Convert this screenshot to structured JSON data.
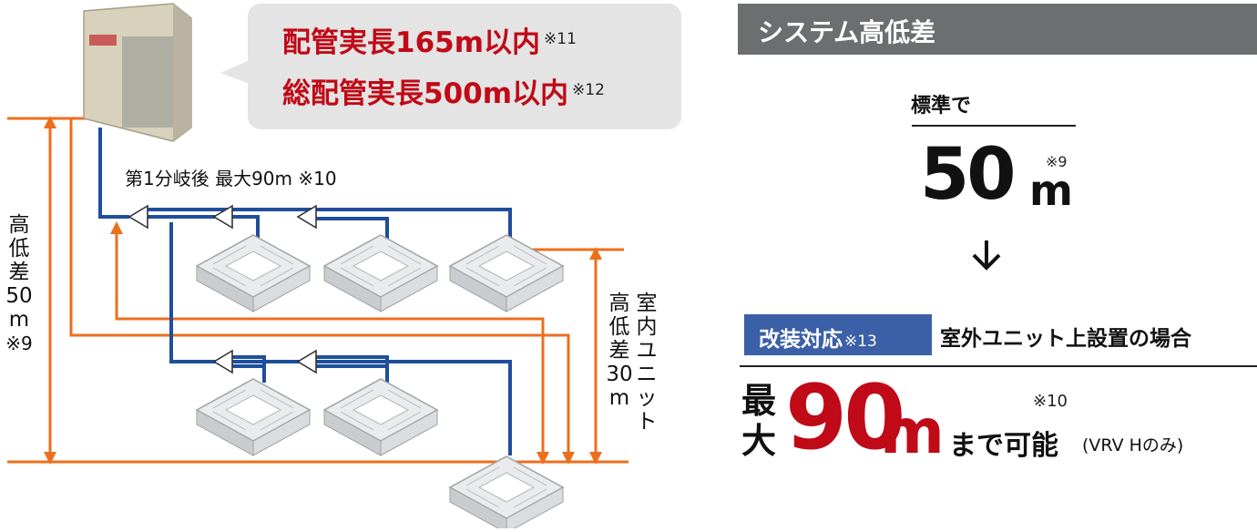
{
  "callout": {
    "line1": "配管実長165m以内",
    "line1_note": "※11",
    "line2": "総配管実長500m以内",
    "line2_note": "※12"
  },
  "diagram": {
    "branch_label": "第1分岐後  最大90m  ※10",
    "height_left": [
      "高",
      "低",
      "差",
      "50",
      "m",
      "※9"
    ],
    "height_right_col1": [
      "高",
      "低",
      "差",
      "30",
      "m"
    ],
    "height_right_col2": [
      "室",
      "内",
      "ユ",
      "ニ",
      "ッ",
      "ト"
    ]
  },
  "system": {
    "header": "システム高低差",
    "standard_label": "標準で",
    "standard_value": "50",
    "standard_unit": "m",
    "standard_note": "※9",
    "badge": "改装対応",
    "badge_note": "※13",
    "case_text": "室外ユニット上設置の場合",
    "max_chars": [
      "最",
      "大"
    ],
    "max_value": "90",
    "max_unit": "m",
    "max_note": "※10",
    "possible_text": "まで可能",
    "possible_sub": "(VRV Hのみ)"
  },
  "colors": {
    "orange": "#ec6f1c",
    "blue": "#1f4e9c",
    "red": "#c00a17",
    "header_gray": "#6d6e70",
    "badge_blue": "#3b60a7",
    "bubble_gray": "#e4e4e4"
  }
}
